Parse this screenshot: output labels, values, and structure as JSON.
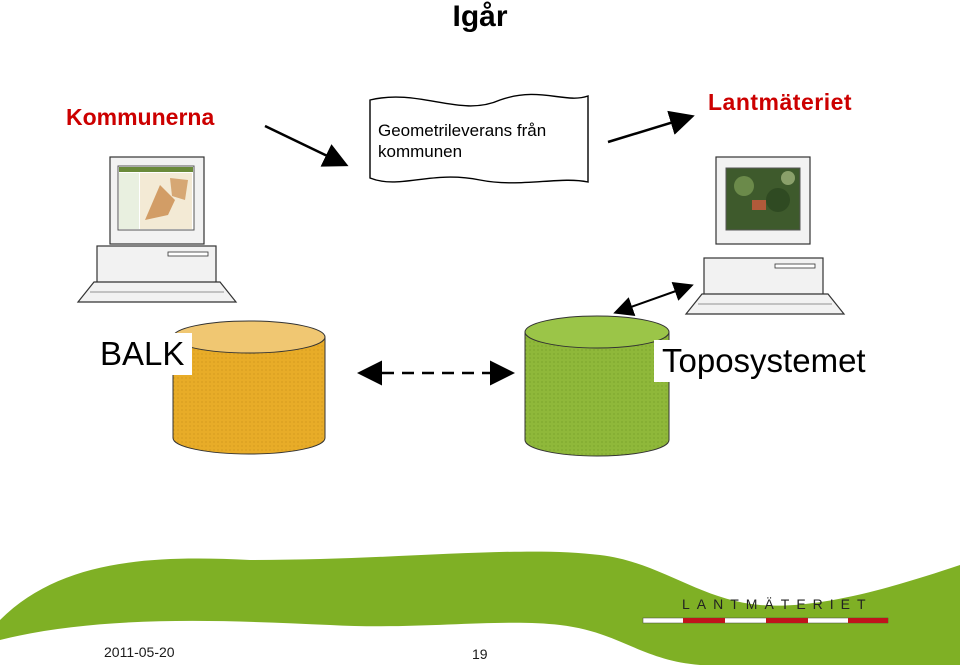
{
  "title": "Igår",
  "left_actor": "Kommunerna",
  "right_actor": "Lantmäteriet",
  "document": {
    "line1": "Geometrileverans från",
    "line2": "kommunen"
  },
  "left_database": "BALK",
  "right_database": "Toposystemet",
  "footer": {
    "date": "2011-05-20",
    "page": "19",
    "logo": "LANTMÄTERIET"
  },
  "colors": {
    "accent_red": "#cc0000",
    "balk_db": "#e8ac28",
    "topo_db": "#8fb83a",
    "footer_green": "#7fb025"
  }
}
